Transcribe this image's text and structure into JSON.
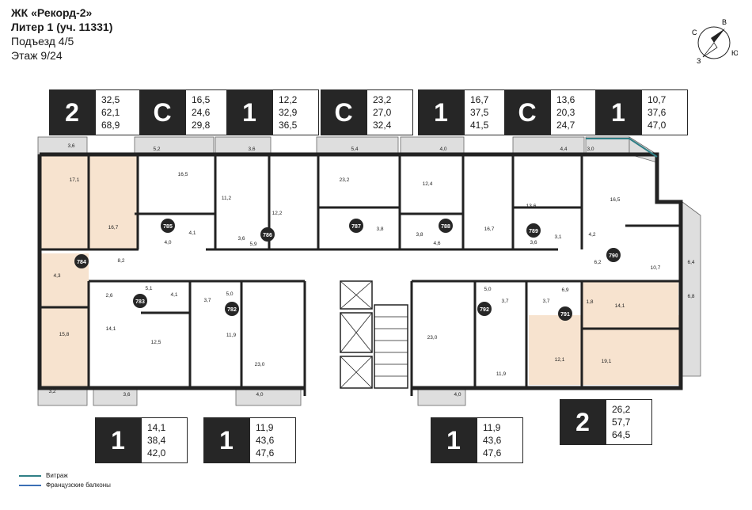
{
  "header": {
    "complex": "ЖК «Рекорд-2»",
    "litera": "Литер 1 (уч. 11331)",
    "entrance": "Подъезд 4/5",
    "floor": "Этаж 9/24"
  },
  "compass": {
    "n": "С",
    "e": "В",
    "s": "Ю",
    "w": "З"
  },
  "top_badges": [
    {
      "type": "2",
      "v1": "32,5",
      "v2": "62,1",
      "v3": "68,9"
    },
    {
      "type": "С",
      "v1": "16,5",
      "v2": "24,6",
      "v3": "29,8"
    },
    {
      "type": "1",
      "v1": "12,2",
      "v2": "32,9",
      "v3": "36,5"
    },
    {
      "type": "С",
      "v1": "23,2",
      "v2": "27,0",
      "v3": "32,4"
    },
    {
      "type": "1",
      "v1": "16,7",
      "v2": "37,5",
      "v3": "41,5"
    },
    {
      "type": "С",
      "v1": "13,6",
      "v2": "20,3",
      "v3": "24,7"
    },
    {
      "type": "1",
      "v1": "10,7",
      "v2": "37,6",
      "v3": "47,0"
    }
  ],
  "bottom_badges": [
    {
      "type": "1",
      "v1": "14,1",
      "v2": "38,4",
      "v3": "42,0"
    },
    {
      "type": "1",
      "v1": "11,9",
      "v2": "43,6",
      "v3": "47,6"
    },
    {
      "type": "1",
      "v1": "11,9",
      "v2": "43,6",
      "v3": "47,6"
    },
    {
      "type": "2",
      "v1": "26,2",
      "v2": "57,7",
      "v3": "64,5"
    }
  ],
  "apartments": [
    "784",
    "785",
    "786",
    "787",
    "788",
    "789",
    "790",
    "791",
    "792",
    "783",
    "782"
  ],
  "room_labels": [
    "3,6",
    "5,2",
    "3,6",
    "5,4",
    "4,0",
    "4,4",
    "3,0",
    "17,1",
    "16,7",
    "16,5",
    "11,2",
    "12,2",
    "23,2",
    "12,4",
    "16,7",
    "13,6",
    "16,5",
    "4,0",
    "4,1",
    "3,6",
    "5,9",
    "3,8",
    "3,8",
    "4,6",
    "3,6",
    "3,1",
    "4,2",
    "6,2",
    "10,7",
    "6,4",
    "8,2",
    "4,3",
    "15,8",
    "3,2",
    "2,6",
    "5,1",
    "4,1",
    "14,1",
    "12,5",
    "3,6",
    "3,7",
    "5,0",
    "11,9",
    "23,0",
    "4,0",
    "23,0",
    "5,0",
    "3,7",
    "11,9",
    "4,0",
    "3,7",
    "6,9",
    "1,8",
    "14,1",
    "6,8",
    "12,1",
    "19,1"
  ],
  "legend": {
    "vitrage": "Витраж",
    "french": "Французские балконы"
  },
  "colors": {
    "badge_dark": "#262626",
    "highlight_room": "#f7e3cf",
    "balcony": "#dcdcdc",
    "vitrage_line": "#2f7f86",
    "french_line": "#3b6fb5"
  }
}
